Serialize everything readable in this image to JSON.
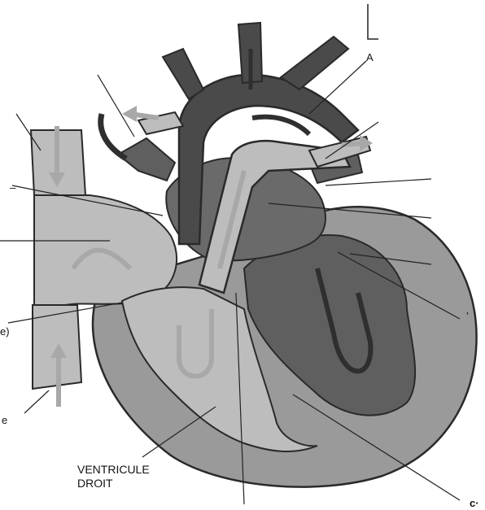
{
  "colors": {
    "outline": "#2a2a2a",
    "right_heart": "#bdbdbd",
    "left_heart": "#5f5f5f",
    "heart_wall": "#9a9a9a",
    "aorta": "#4a4a4a",
    "arrow_light": "#a8a8a8",
    "arrow_dark": "#2f2f2f"
  },
  "labels": {
    "ventricle_right_line1": "VENTRICULE",
    "ventricle_right_line2": "DROIT",
    "frag_left_e": "e)",
    "frag_bottom_left": "e",
    "frag_top_right": "A",
    "frag_right_mid": "’",
    "frag_bottom_right": "c·",
    "frag_left_top": "–"
  }
}
